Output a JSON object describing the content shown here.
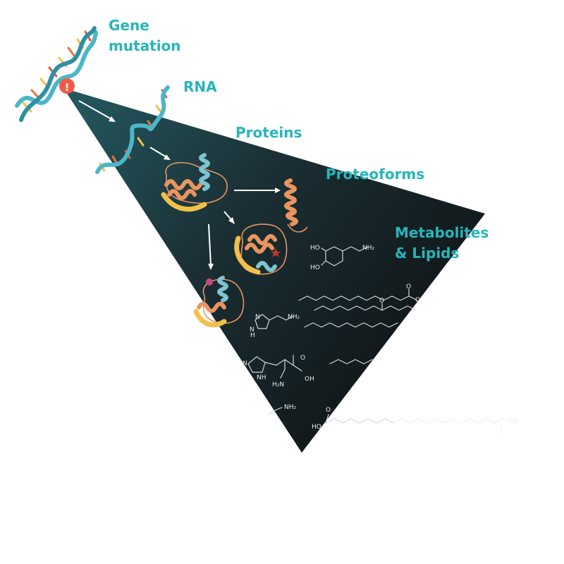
{
  "labels": {
    "gene_mutation_line1": "Gene",
    "gene_mutation_line2": "mutation",
    "rna": "RNA",
    "proteins": "Proteins",
    "proteoforms": "Proteoforms",
    "metabolites_line1": "Metabolites",
    "metabolites_line2": "& Lipids"
  },
  "mutation_marker": "!",
  "chemistry": {
    "dopamine_ho_top": "HO",
    "dopamine_ho_bottom": "HO",
    "dopamine_nh2": "NH₂",
    "histamine_n": "N",
    "histamine_nh": "N",
    "histamine_h": "H",
    "histamine_nh2": "NH₂",
    "histidine_n": "N",
    "histidine_nh": "NH",
    "histidine_h2n": "H₂N",
    "histidine_o": "O",
    "histidine_oh": "OH",
    "amine_nh2": "NH₂",
    "fatty_acid_ho": "HO",
    "fatty_acid_o": "O",
    "fatty_acid_oh": "OH",
    "lipid_o1": "O",
    "lipid_o2": "O",
    "lipid_o3": "O"
  },
  "colors": {
    "label_teal": "#27b5bb",
    "cone_dark": "#111518",
    "cone_teal": "#1f4c55",
    "dna_strand": "#4cb6c8",
    "helix_orange": "#e8955f",
    "helix_teal": "#7cc4cf",
    "sheet_yellow": "#f2c04a",
    "mutation_red": "#f15a4a",
    "modification_magenta": "#c8467e",
    "cleavage_red": "#c0392b"
  }
}
